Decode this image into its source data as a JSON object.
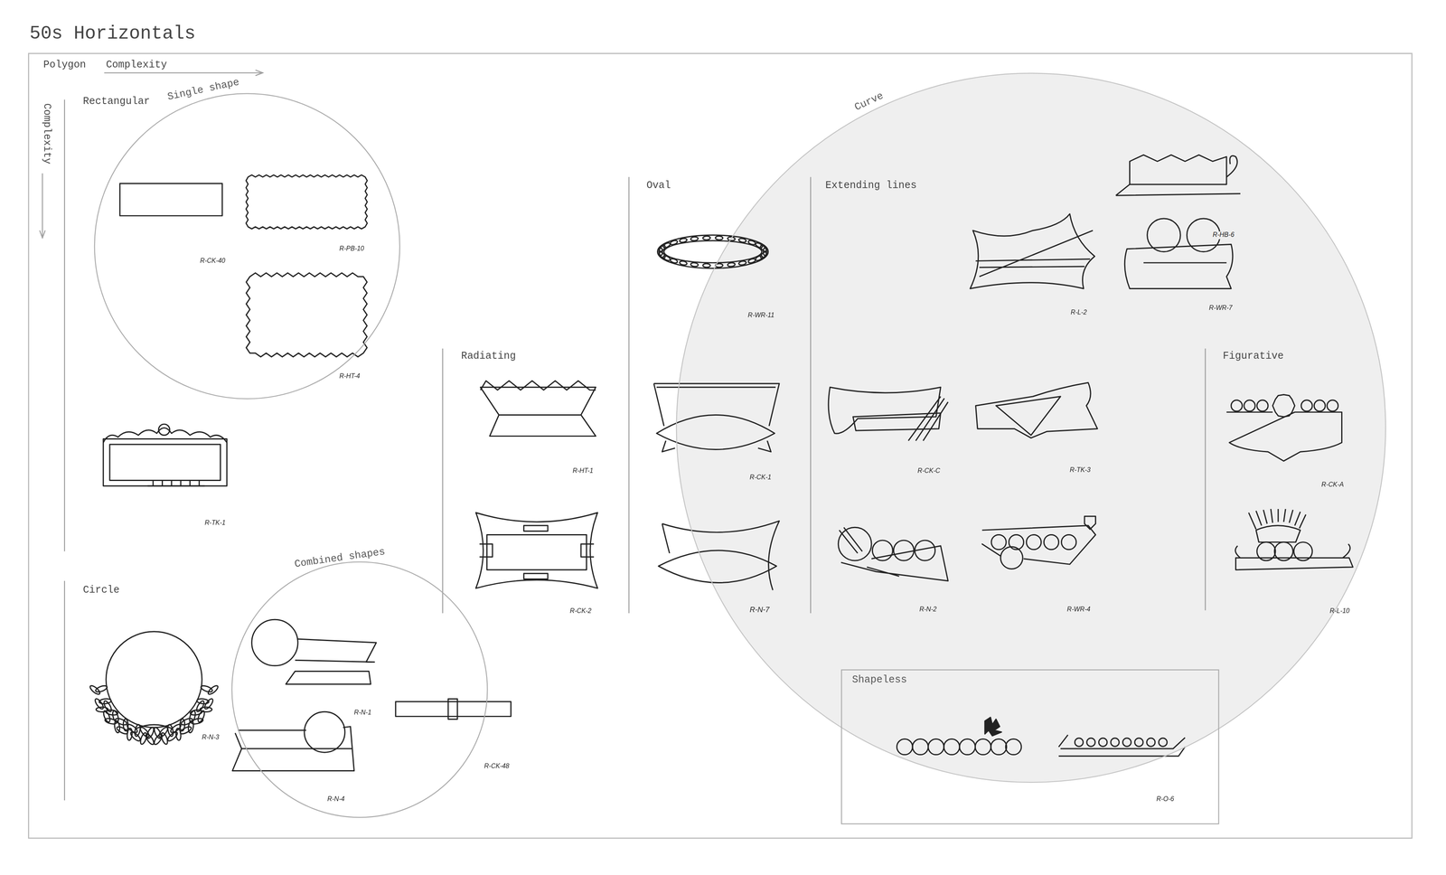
{
  "diagram": {
    "title": "50s Horizontals",
    "nodes": [
      {
        "text": [
          "Single shape"
        ]
      },
      {
        "text": [
          "Combined shapes"
        ]
      },
      {
        "text": [
          "Curve"
        ]
      },
      {
        "text": [
          "Shapeless"
        ],
        "in": 2
      }
    ],
    "labels": [
      "Polygon",
      "Complexity",
      "Complexity",
      "Rectangular",
      "Circle",
      "Radiating",
      "Oval",
      "Extending lines",
      "Figurative",
      "R-CK-40",
      "R-PB-10",
      "R-HT-4",
      "R-TK-1",
      "R-N-3",
      "R-N-1",
      "R-N-4",
      "R-CK-48",
      "R-HT-1",
      "R-CK-2",
      "R-WR-11",
      "R-CK-1",
      "R-N-7",
      "R-HB-6",
      "R-L-2",
      "R-WR-7",
      "R-CK-C",
      "R-TK-3",
      "R-N-2",
      "R-WR-4",
      "R-CK-A",
      "R-L-10",
      "R-O-6"
    ]
  }
}
